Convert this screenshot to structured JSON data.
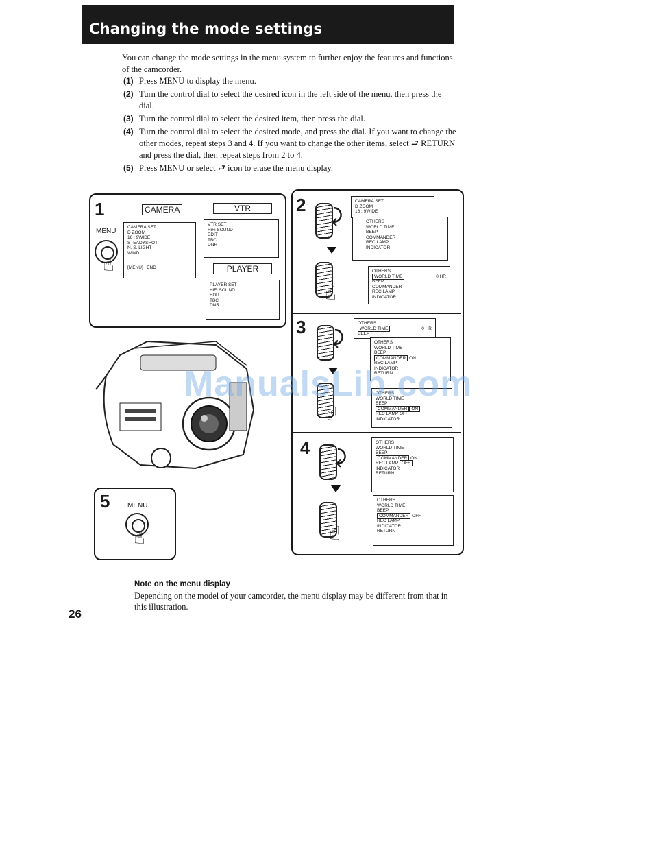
{
  "header": {
    "title": "Changing the mode settings"
  },
  "intro": "You can change the mode settings in the menu system to further enjoy the features and functions of the camcorder.",
  "steps": [
    {
      "num": "(1)",
      "text": "Press MENU to display the menu."
    },
    {
      "num": "(2)",
      "text": "Turn the control dial to select the desired icon in the left side of the menu, then press the dial."
    },
    {
      "num": "(3)",
      "text": "Turn the control dial to select the desired item, then press the dial."
    },
    {
      "num": "(4)",
      "text": "Turn the control dial to select the desired mode, and press the dial. If you want to change the other modes, repeat steps 3 and 4. If you want to change the other items, select ⮐ RETURN and press the dial, then repeat steps from 2 to 4."
    },
    {
      "num": "(5)",
      "text": "Press MENU or select ⮐ icon to erase the menu display."
    }
  ],
  "figure": {
    "step_numbers": [
      "1",
      "2",
      "3",
      "4",
      "5"
    ],
    "panel1": {
      "label_camera": "CAMERA",
      "label_vtr": "VTR",
      "label_player": "PLAYER",
      "label_menu": "MENU",
      "camera_menu": [
        "CAMERA SET",
        "D ZOOM",
        "16 : 9WIDE",
        "STEADYSHOT",
        "N. S. LIGHT",
        "WIND",
        "[MENU] : END"
      ],
      "vtr_menu": [
        "VTR SET",
        "HiFi SOUND",
        "EDIT",
        "TBC",
        "DNR"
      ],
      "player_menu": [
        "PLAYER SET",
        "HiFi SOUND",
        "EDIT",
        "TBC",
        "DNR"
      ]
    },
    "panel2": {
      "top_menu": [
        "CAMERA SET",
        "D ZOOM",
        "16 : 9WIDE"
      ],
      "sub_menu": [
        "OTHERS",
        "WORLD TIME",
        "BEEP",
        "COMMANDER",
        "REC LAMP",
        "INDICATOR"
      ],
      "bottom_menu": [
        "OTHERS",
        "WORLD TIME",
        "0 HR",
        "BEEP",
        "COMMANDER",
        "REC LAMP",
        "INDICATOR"
      ]
    },
    "panel3": {
      "top_menu": [
        "OTHERS",
        "WORLD TIME",
        "0 HR",
        "BEEP"
      ],
      "sub_menu": [
        "OTHERS",
        "WORLD TIME",
        "BEEP",
        "COMMANDER",
        "ON",
        "REC LAMP",
        "INDICATOR",
        "RETURN"
      ],
      "bottom_menu": [
        "OTHERS",
        "WORLD TIME",
        "BEEP",
        "COMMANDER",
        "ON",
        "REC LAMP",
        "OFF",
        "INDICATOR"
      ]
    },
    "panel4": {
      "top_menu": [
        "OTHERS",
        "WORLD TIME",
        "BEEP",
        "COMMANDER",
        "ON",
        "REC LAMP",
        "OFF",
        "INDICATOR",
        "RETURN"
      ],
      "bottom_menu": [
        "OTHERS",
        "WORLD TIME",
        "BEEP",
        "COMMANDER",
        "OFF",
        "REC LAMP",
        "INDICATOR",
        "RETURN"
      ]
    },
    "panel5": {
      "label_menu": "MENU"
    }
  },
  "watermark": "ManualsLib.com",
  "note": {
    "title": "Note on the menu display",
    "text": "Depending on the model of your camcorder, the menu display may be different from that in this illustration."
  },
  "page_number": "26"
}
